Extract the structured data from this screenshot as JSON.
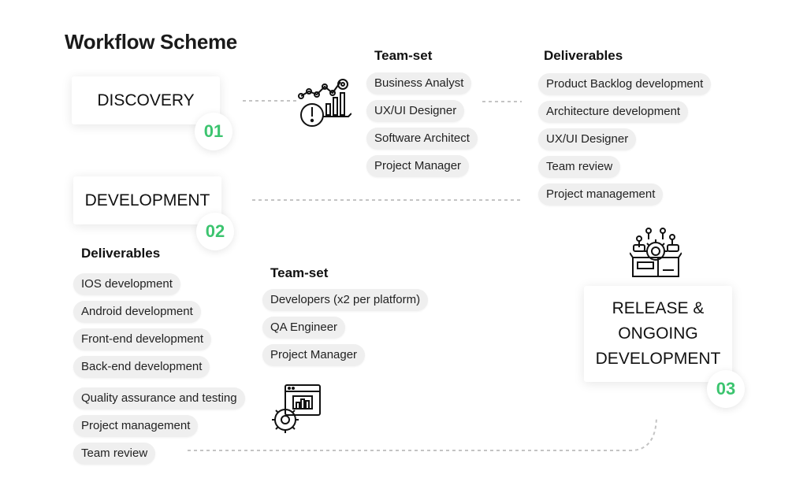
{
  "title": "Workflow Scheme",
  "stages": {
    "discovery": {
      "label": "DISCOVERY",
      "number": "01",
      "team_heading": "Team-set",
      "team": [
        "Business Analyst",
        "UX/UI Designer",
        "Software Architect",
        "Project Manager"
      ],
      "deliverables_heading": "Deliverables",
      "deliverables": [
        "Product Backlog development",
        "Architecture development",
        "UX/UI Designer",
        "Team review",
        "Project management"
      ]
    },
    "development": {
      "label": "DEVELOPMENT",
      "number": "02",
      "deliverables_heading": "Deliverables",
      "deliverables": [
        "IOS development",
        "Android development",
        "Front-end development",
        "Back-end development",
        "Quality assurance and testing",
        "Project management",
        "Team review"
      ],
      "team_heading": "Team-set",
      "team": [
        "Developers (x2 per platform)",
        "QA Engineer",
        "Project Manager"
      ]
    },
    "release": {
      "label_lines": [
        "RELEASE &",
        "ONGOING",
        "DEVELOPMENT"
      ],
      "number": "03"
    }
  },
  "colors": {
    "accent": "#3cc46f",
    "pill_bg": "#efefef",
    "connector": "#c4c4c4"
  },
  "icons": {
    "discovery": "analytics-chart-icon",
    "development": "code-gear-icon",
    "release": "box-gear-icon"
  }
}
